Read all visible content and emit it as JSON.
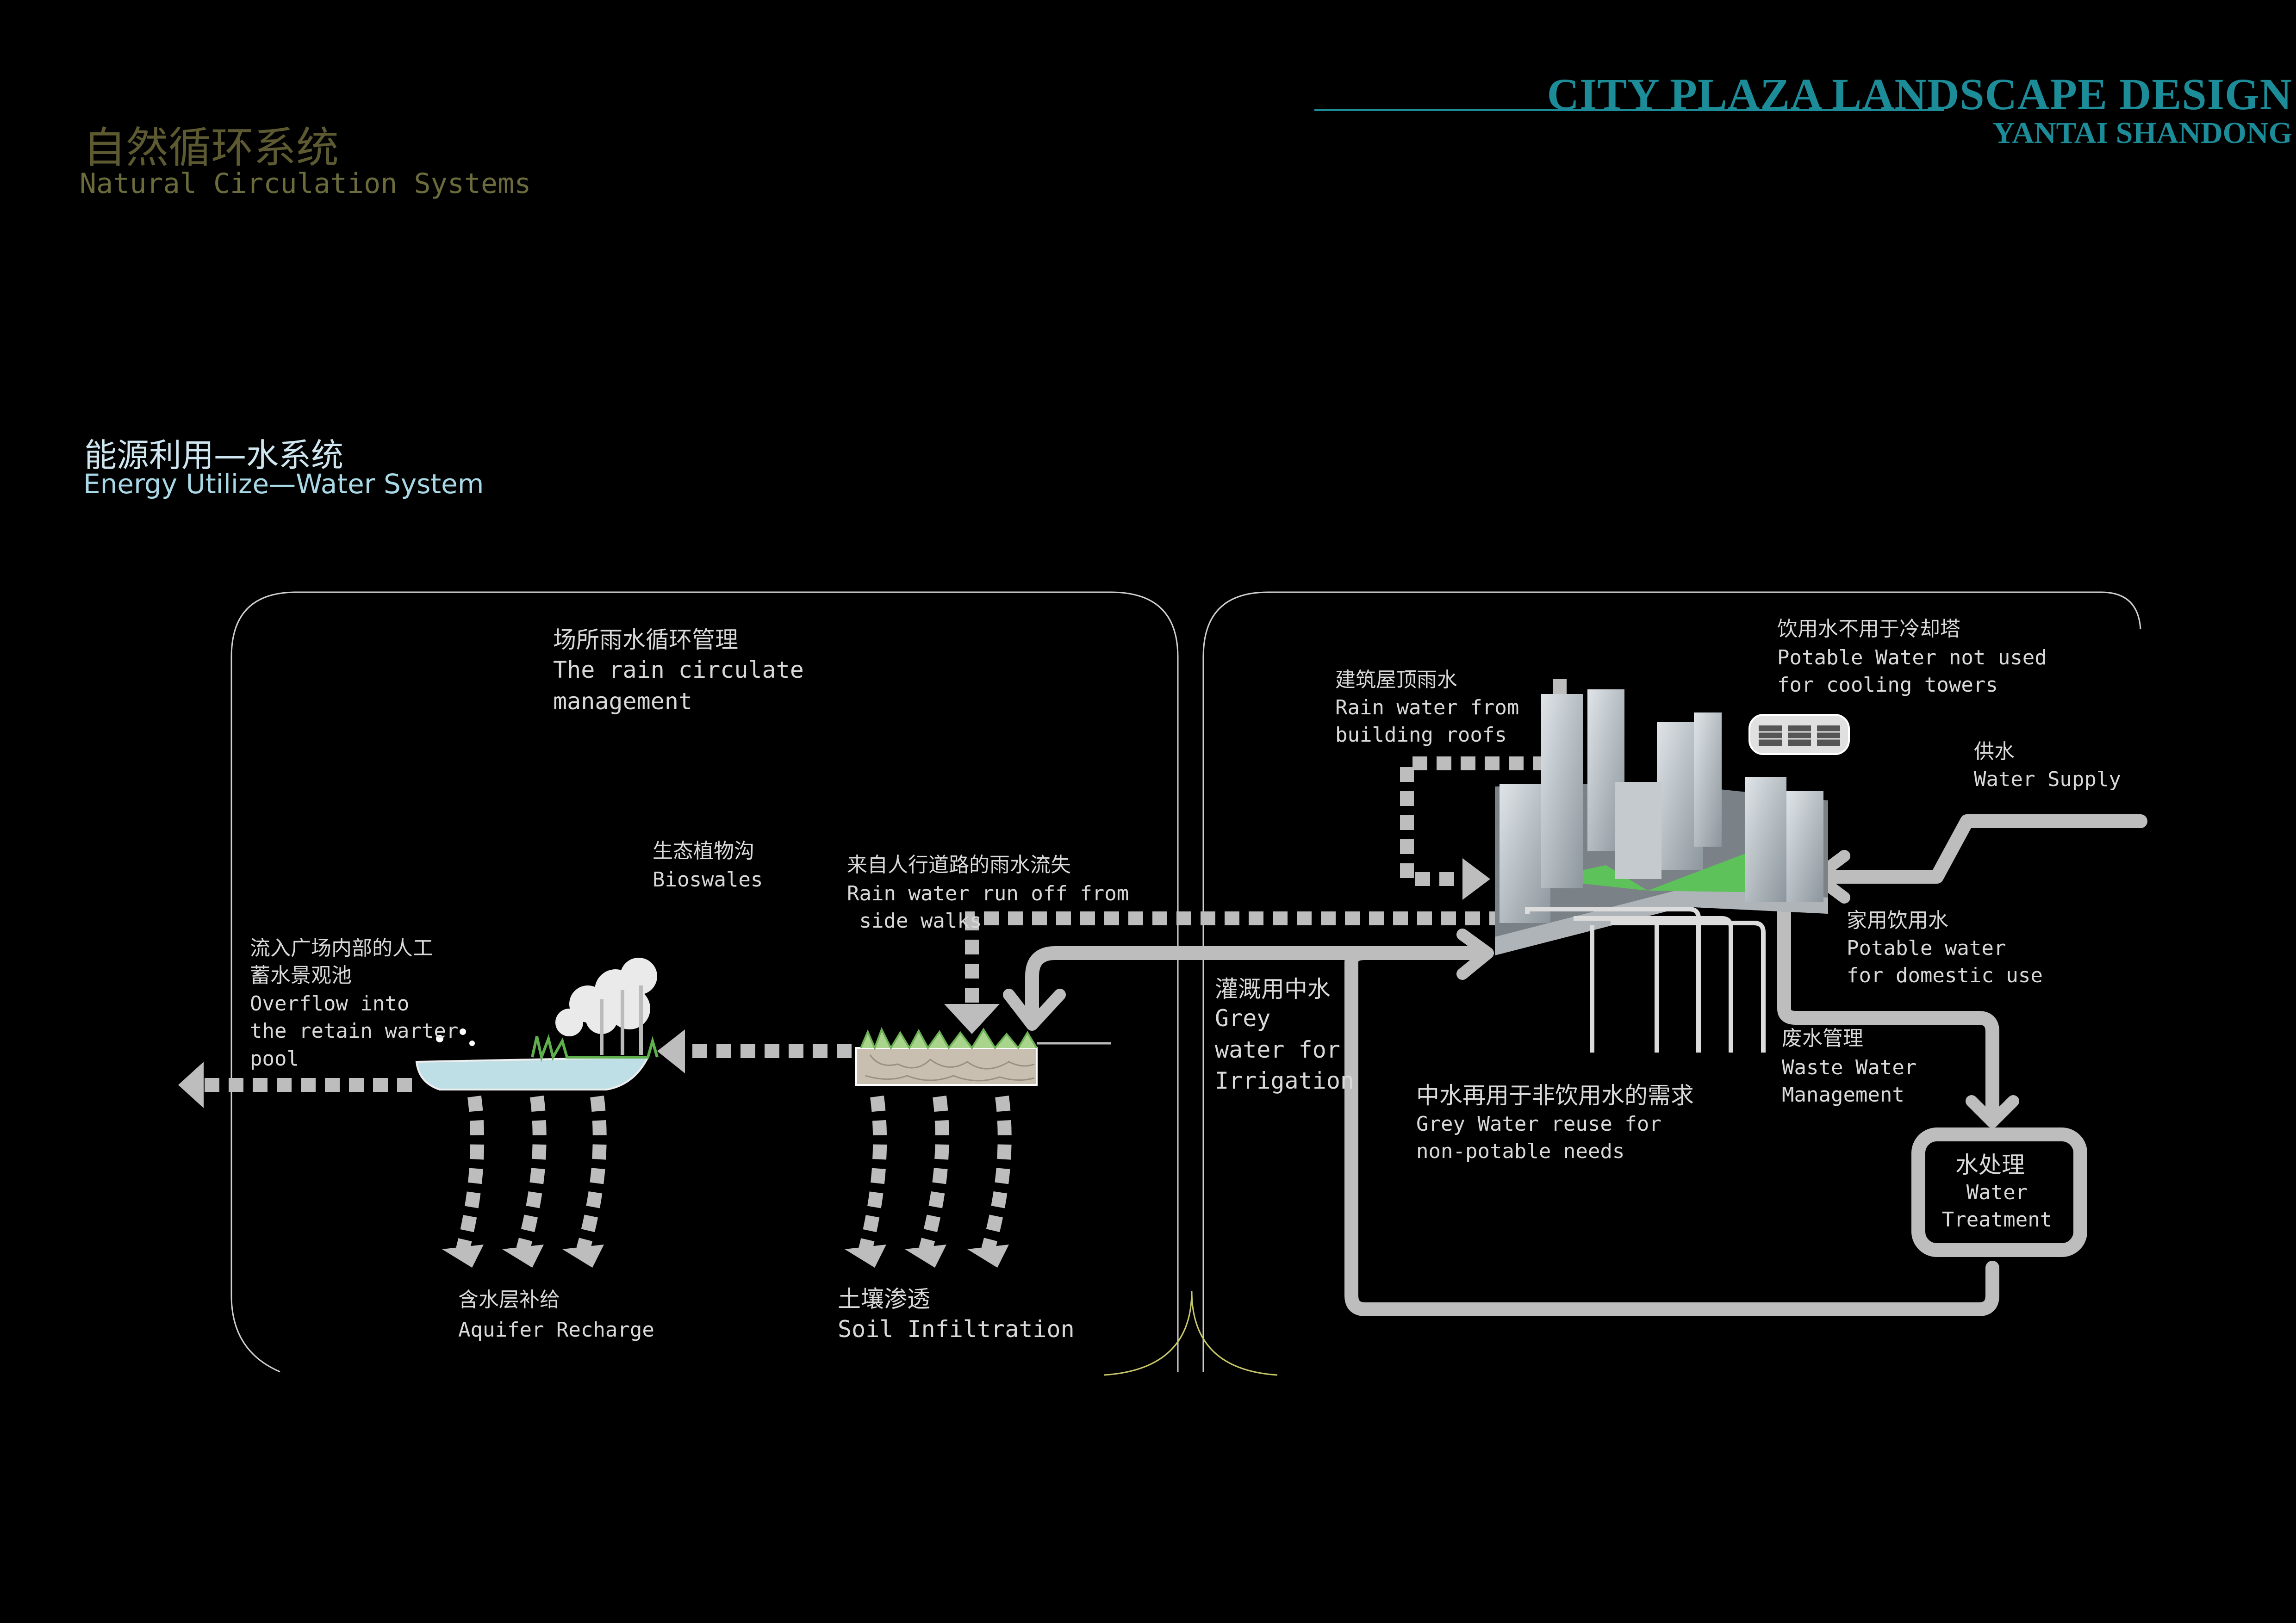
{
  "header": {
    "title": "CITY PLAZA LANDSCAPE DESIGN",
    "subtitle": "YANTAI SHANDONG"
  },
  "section": {
    "title_zh": "自然循环系统",
    "title_en": "Natural Circulation Systems"
  },
  "subsection": {
    "title_zh": "能源利用—水系统",
    "title_en": "Energy Utilize—Water System"
  },
  "labels": {
    "rain_mgmt_zh": "场所雨水循环管理",
    "rain_mgmt_en": "The rain circulate\nmanagement",
    "bioswales_zh": "生态植物沟",
    "bioswales_en": "Bioswales",
    "runoff_zh": "来自人行道路的雨水流失",
    "runoff_en": "Rain water run off from\n side walks",
    "overflow_zh": "流入广场内部的人工\n蓄水景观池",
    "overflow_en": "Overflow into\nthe retain warter\npool",
    "aquifer_zh": "含水层补给",
    "aquifer_en": "Aquifer Recharge",
    "soil_zh": "土壤渗透",
    "soil_en": "Soil Infiltration",
    "roof_zh": "建筑屋顶雨水",
    "roof_en": "Rain water from\nbuilding roofs",
    "potable_cool_zh": "饮用水不用于冷却塔",
    "potable_cool_en": "Potable Water not used\nfor cooling towers",
    "supply_zh": "供水",
    "supply_en": "Water Supply",
    "domestic_zh": "家用饮用水",
    "domestic_en": "Potable water\nfor domestic use",
    "irrigation_zh": "灌溉用中水",
    "irrigation_en": "Grey\nwater for\nIrrigation",
    "greyreuse_zh": "中水再用于非饮用水的需求",
    "greyreuse_en": "Grey Water reuse for\nnon-potable needs",
    "waste_zh": "废水管理",
    "waste_en": "Waste Water\nManagement",
    "treatment_zh": "水处理",
    "treatment_en": "Water\nTreatment"
  },
  "colors": {
    "brand": "#1d8c99",
    "flow": "#bdbdbd",
    "panel_stroke": "#cfcfcf"
  }
}
